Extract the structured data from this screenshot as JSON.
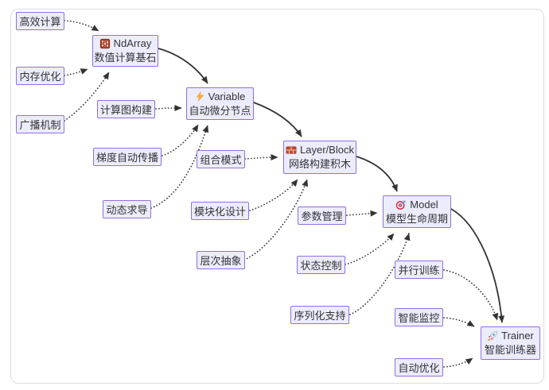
{
  "diagram": {
    "type": "flowchart",
    "main_nodes": [
      {
        "id": "ndarray",
        "icon": "abacus",
        "title": "NdArray",
        "subtitle": "数值计算基石"
      },
      {
        "id": "variable",
        "icon": "lightning",
        "title": "Variable",
        "subtitle": "自动微分节点"
      },
      {
        "id": "layerblock",
        "icon": "brick",
        "title": "Layer/Block",
        "subtitle": "网络构建积木"
      },
      {
        "id": "model",
        "icon": "target",
        "title": "Model",
        "subtitle": "模型生命周期"
      },
      {
        "id": "trainer",
        "icon": "rocket",
        "title": "Trainer",
        "subtitle": "智能训练器"
      }
    ],
    "feature_nodes": [
      {
        "label": "高效计算",
        "points_to": "ndarray"
      },
      {
        "label": "内存优化",
        "points_to": "ndarray"
      },
      {
        "label": "广播机制",
        "points_to": "ndarray"
      },
      {
        "label": "计算图构建",
        "points_to": "variable"
      },
      {
        "label": "梯度自动传播",
        "points_to": "variable"
      },
      {
        "label": "动态求导",
        "points_to": "variable"
      },
      {
        "label": "组合模式",
        "points_to": "layerblock"
      },
      {
        "label": "模块化设计",
        "points_to": "layerblock"
      },
      {
        "label": "层次抽象",
        "points_to": "layerblock"
      },
      {
        "label": "参数管理",
        "points_to": "model"
      },
      {
        "label": "状态控制",
        "points_to": "model"
      },
      {
        "label": "序列化支持",
        "points_to": "model"
      },
      {
        "label": "并行训练",
        "points_to": "trainer"
      },
      {
        "label": "智能监控",
        "points_to": "trainer"
      },
      {
        "label": "自动优化",
        "points_to": "trainer"
      }
    ],
    "main_flow": [
      "ndarray",
      "variable",
      "layerblock",
      "model",
      "trainer"
    ],
    "colors": {
      "node_fill": "#ECECFF",
      "node_border": "#9370DB",
      "text": "#333333",
      "edge": "#333333",
      "frame_border": "#DDDDDD",
      "background": "#FFFFFF"
    }
  }
}
